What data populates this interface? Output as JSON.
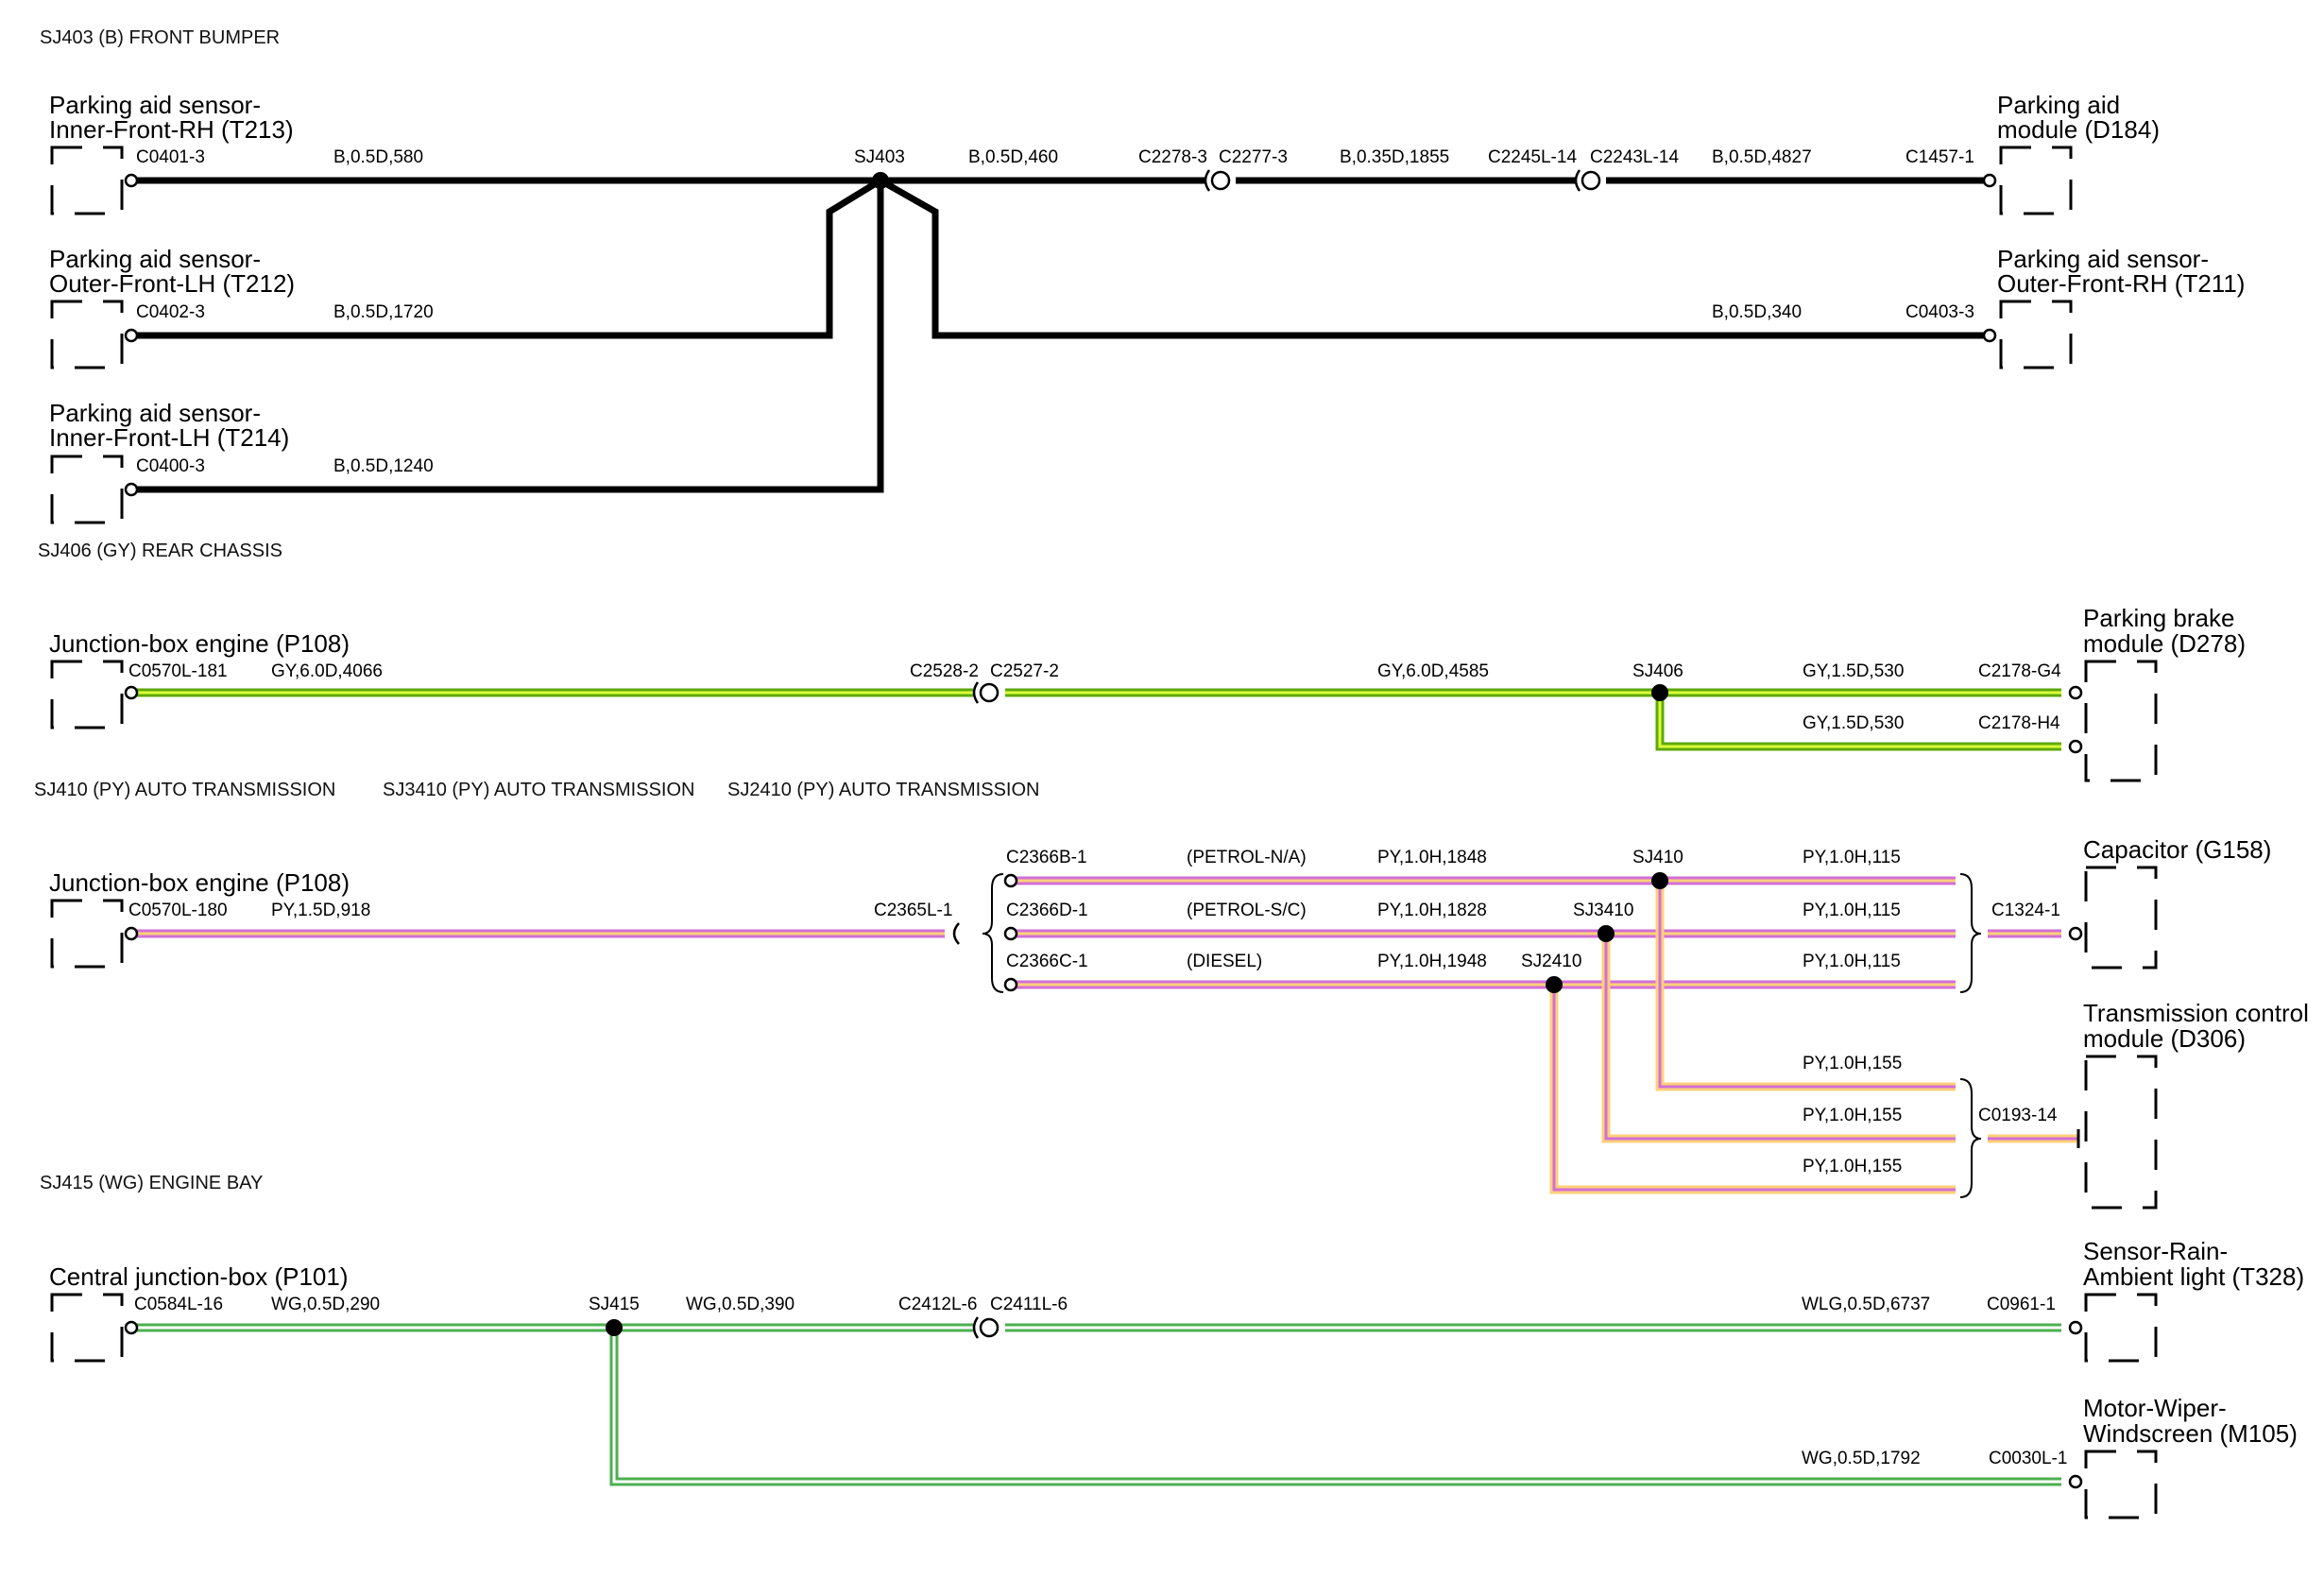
{
  "sections": {
    "front_bumper": "SJ403 (B) FRONT BUMPER",
    "rear_chassis": "SJ406 (GY) REAR CHASSIS",
    "auto_trans_1": "SJ410 (PY) AUTO TRANSMISSION",
    "auto_trans_2": "SJ3410 (PY) AUTO TRANSMISSION",
    "auto_trans_3": "SJ2410 (PY) AUTO TRANSMISSION",
    "engine_bay": "SJ415 (WG) ENGINE BAY"
  },
  "components": {
    "t213": [
      "Parking aid sensor-",
      "Inner-Front-RH (T213)"
    ],
    "t212": [
      "Parking aid sensor-",
      "Outer-Front-LH (T212)"
    ],
    "t214": [
      "Parking aid sensor-",
      "Inner-Front-LH (T214)"
    ],
    "d184": [
      "Parking aid",
      "module (D184)"
    ],
    "t211": [
      "Parking aid sensor-",
      "Outer-Front-RH (T211)"
    ],
    "p108_a": [
      "Junction-box engine (P108)"
    ],
    "d278": [
      "Parking brake",
      "module (D278)"
    ],
    "p108_b": [
      "Junction-box engine (P108)"
    ],
    "g158": [
      "Capacitor (G158)"
    ],
    "d306": [
      "Transmission control",
      "module (D306)"
    ],
    "p101": [
      "Central junction-box (P101)"
    ],
    "t328": [
      "Sensor-Rain-",
      "Ambient light (T328)"
    ],
    "m105": [
      "Motor-Wiper-",
      "Windscreen (M105)"
    ]
  },
  "labels": {
    "c0401": "C0401-3",
    "w_580": "B,0.5D,580",
    "sj403": "SJ403",
    "w_460": "B,0.5D,460",
    "c2278": "C2278-3",
    "c2277": "C2277-3",
    "w_1855": "B,0.35D,1855",
    "c2245": "C2245L-14",
    "c2243": "C2243L-14",
    "w_4827": "B,0.5D,4827",
    "c1457": "C1457-1",
    "c0402": "C0402-3",
    "w_1720": "B,0.5D,1720",
    "w_340": "B,0.5D,340",
    "c0403": "C0403-3",
    "c0400": "C0400-3",
    "w_1240": "B,0.5D,1240",
    "c0570_181": "C0570L-181",
    "w_4066": "GY,6.0D,4066",
    "c2528": "C2528-2",
    "c2527": "C2527-2",
    "w_4585": "GY,6.0D,4585",
    "sj406": "SJ406",
    "w_530a": "GY,1.5D,530",
    "c2178g4": "C2178-G4",
    "w_530b": "GY,1.5D,530",
    "c2178h4": "C2178-H4",
    "c0570_180": "C0570L-180",
    "w_918": "PY,1.5D,918",
    "c2365": "C2365L-1",
    "c2366b": "C2366B-1",
    "petrol_na": "(PETROL-N/A)",
    "w_1848": "PY,1.0H,1848",
    "sj410": "SJ410",
    "w_115a": "PY,1.0H,115",
    "c2366d": "C2366D-1",
    "petrol_sc": "(PETROL-S/C)",
    "w_1828": "PY,1.0H,1828",
    "sj3410": "SJ3410",
    "w_115b": "PY,1.0H,115",
    "c1324": "C1324-1",
    "c2366c": "C2366C-1",
    "diesel": "(DIESEL)",
    "w_1948": "PY,1.0H,1948",
    "sj2410": "SJ2410",
    "w_115c": "PY,1.0H,115",
    "w_155a": "PY,1.0H,155",
    "w_155b": "PY,1.0H,155",
    "c0193": "C0193-14",
    "w_155c": "PY,1.0H,155",
    "c0584": "C0584L-16",
    "w_290": "WG,0.5D,290",
    "sj415": "SJ415",
    "w_390": "WG,0.5D,390",
    "c2412": "C2412L-6",
    "c2411": "C2411L-6",
    "w_6737": "WLG,0.5D,6737",
    "c0961": "C0961-1",
    "w_1792": "WG,0.5D,1792",
    "c0030": "C0030L-1"
  },
  "wire_colors": {
    "B": "#000000",
    "GY": {
      "outer": "#5ea80a",
      "inner": "#d9ff3a"
    },
    "PY": {
      "outer": "#d16fd6",
      "inner": "#ffd07a"
    },
    "WG": {
      "outer": "#4caf50",
      "inner": "#ffffff"
    }
  }
}
